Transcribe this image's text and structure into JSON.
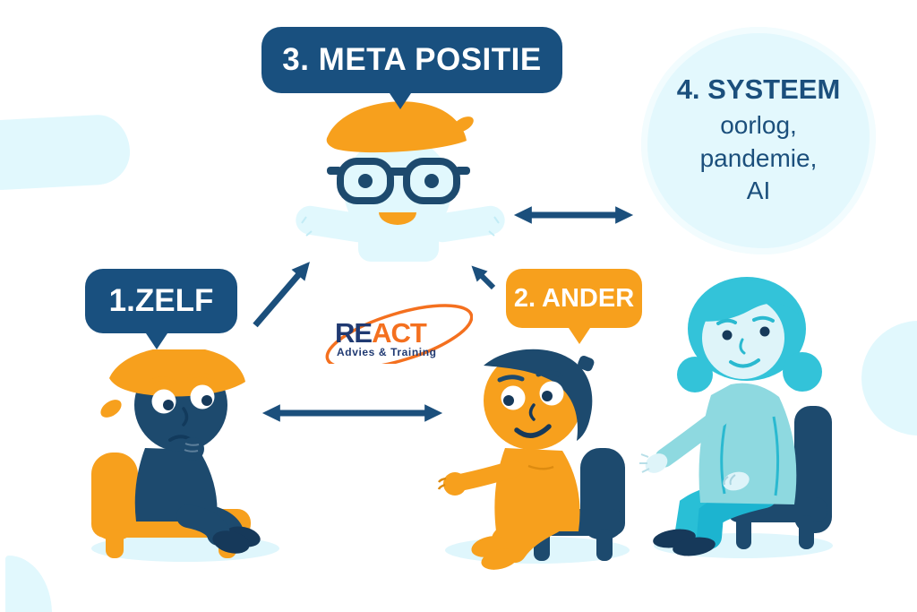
{
  "bubbles": {
    "meta": {
      "label": "3. META POSITIE"
    },
    "zelf": {
      "label": "1.ZELF"
    },
    "ander": {
      "label": "2. ANDER"
    },
    "systeem": {
      "title": "4. SYSTEEM",
      "lines": [
        "oorlog,",
        "pandemie,",
        "AI"
      ]
    }
  },
  "logo": {
    "re": "RE",
    "act": "ACT",
    "subtitle": "Advies & Training"
  },
  "colors": {
    "bubble_navy": "#19507f",
    "arrow_navy": "#1b4f7c",
    "body_navy": "#1d4a6e",
    "dark_navy": "#16395a",
    "orange": "#f7a01d",
    "pale_blue": "#e1f8fd",
    "shadow_blue": "#dff6fc",
    "hair_cyan": "#33c3d9",
    "sweater_teal": "#8ed9e0",
    "pants_cyan": "#1cb4d0",
    "logo_blue": "#203a72",
    "logo_orange": "#f4701f",
    "text_white": "#ffffff"
  }
}
